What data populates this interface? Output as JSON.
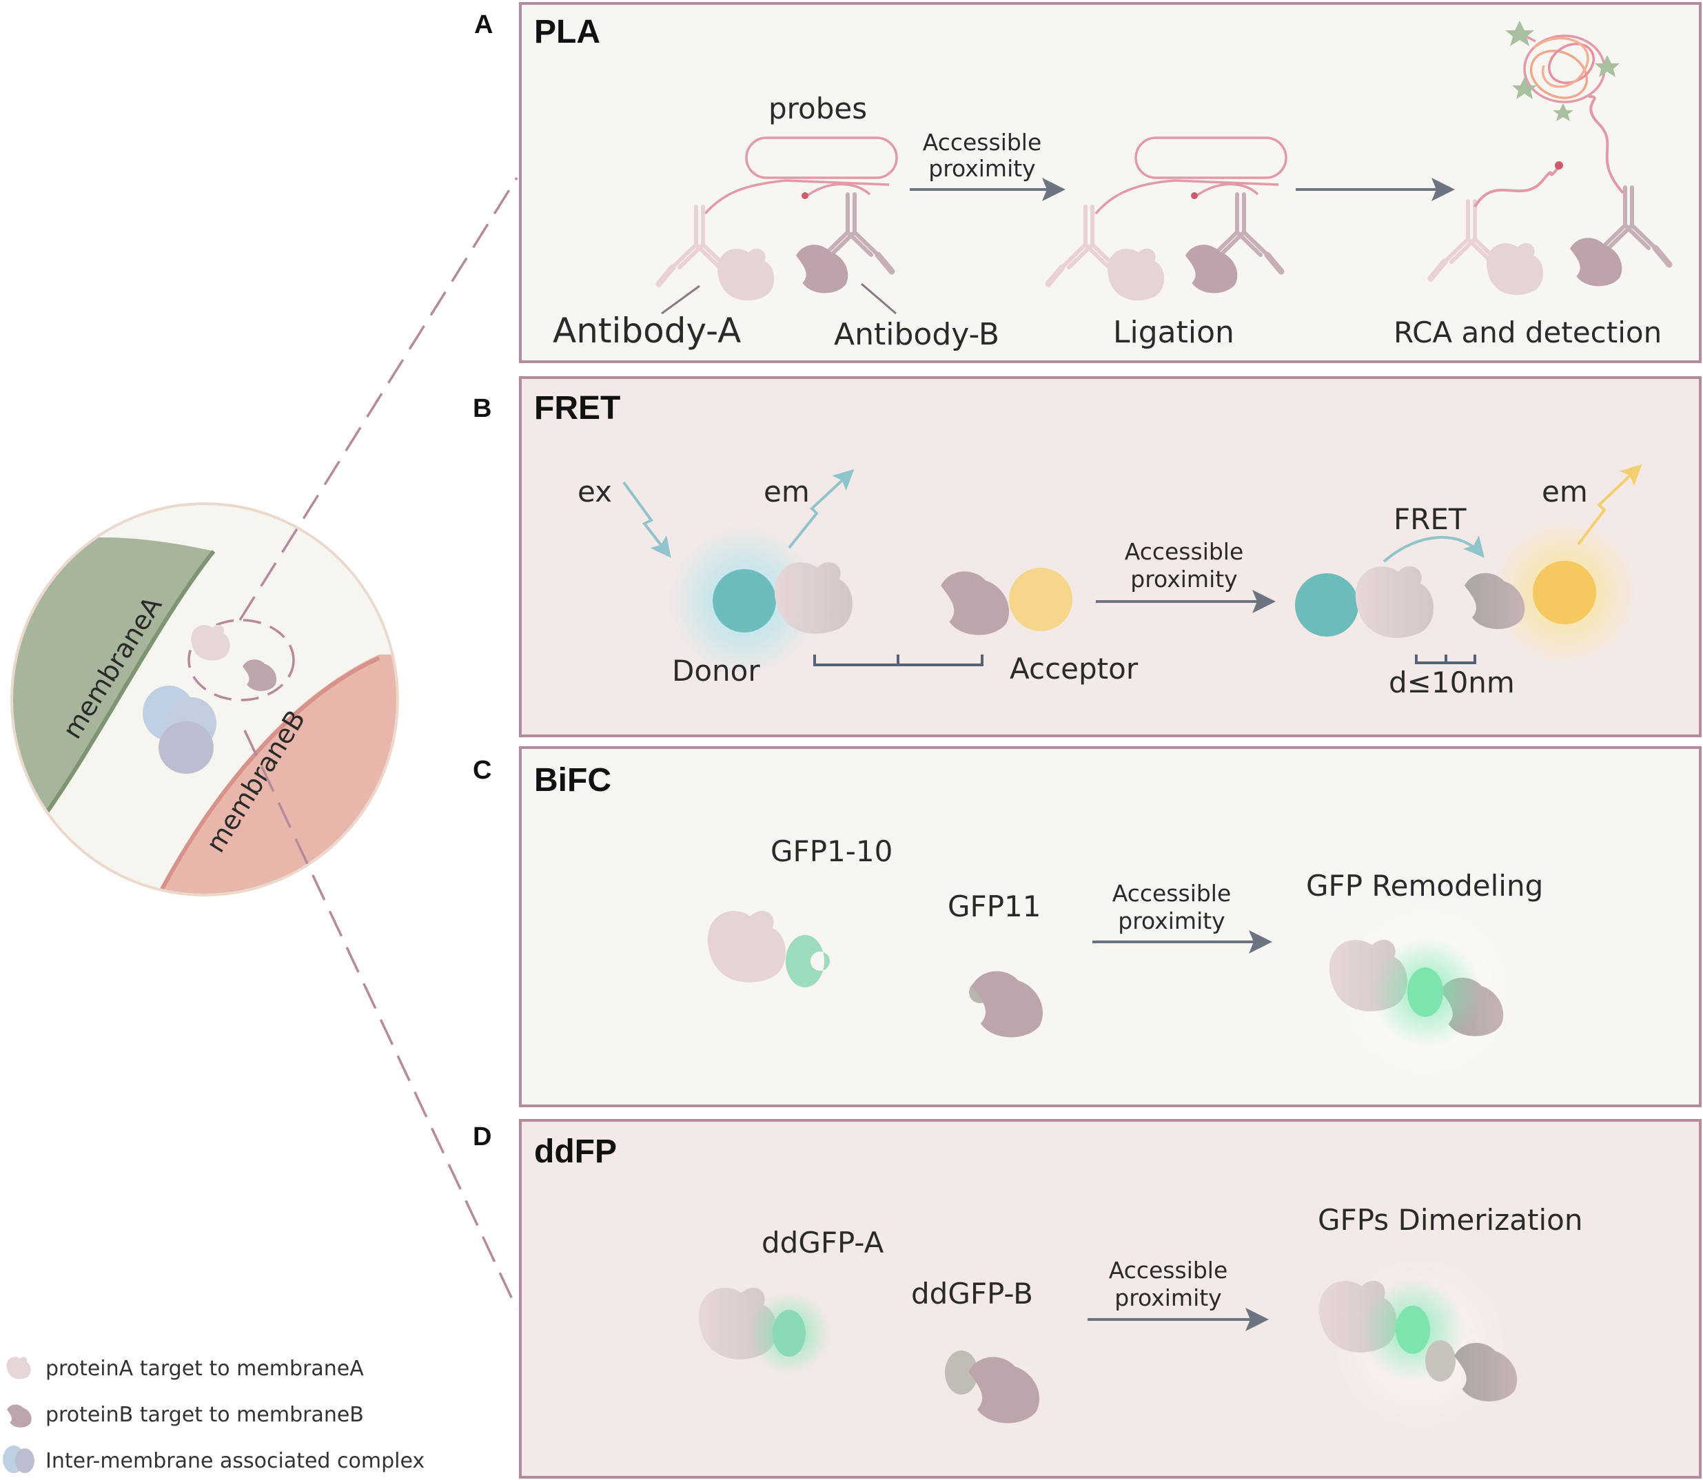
{
  "colors": {
    "panel_border": "#b58a9c",
    "panel_bg_light": "#f8f6f2",
    "panel_bg_pink": "#f3e9e7",
    "protein_a": "#e7d6d8",
    "protein_b": "#bca5ab",
    "membrane_a": "#a7b59c",
    "membrane_b": "#e8b6ab",
    "complex": "#b9cbdc",
    "gfp": "#8ad9b5",
    "donor": "#6cbcbc",
    "acceptor": "#f5d68a",
    "arrow": "#6c7482",
    "probe_line": "#e29aa6"
  },
  "left_diagram": {
    "membrane_a_label": "membraneA",
    "membrane_b_label": "membraneB"
  },
  "legend": [
    {
      "icon": "protein-a-icon",
      "text": "proteinA target to membraneA"
    },
    {
      "icon": "protein-b-icon",
      "text": "proteinB target to membraneB"
    },
    {
      "icon": "complex-icon",
      "text": "Inter-membrane associated complex"
    }
  ],
  "panels": {
    "a": {
      "letter": "A",
      "title": "PLA",
      "probes": "probes",
      "arrow_label_1": "Accessible",
      "arrow_label_2": "proximity",
      "antibody_a": "Antibody-A",
      "antibody_b": "Antibody-B",
      "ligation": "Ligation",
      "rca": "RCA and detection"
    },
    "b": {
      "letter": "B",
      "title": "FRET",
      "ex": "ex",
      "em": "em",
      "em2": "em",
      "donor": "Donor",
      "acceptor": "Acceptor",
      "arrow_label_1": "Accessible",
      "arrow_label_2": "proximity",
      "fret": "FRET",
      "distance": "d≤10nm"
    },
    "c": {
      "letter": "C",
      "title": "BiFC",
      "gfp1_10": "GFP1-10",
      "gfp11": "GFP11",
      "arrow_label_1": "Accessible",
      "arrow_label_2": "proximity",
      "result": "GFP Remodeling"
    },
    "d": {
      "letter": "D",
      "title": "ddFP",
      "dd_a": "ddGFP-A",
      "dd_b": "ddGFP-B",
      "arrow_label_1": "Accessible",
      "arrow_label_2": "proximity",
      "result": "GFPs Dimerization"
    }
  }
}
